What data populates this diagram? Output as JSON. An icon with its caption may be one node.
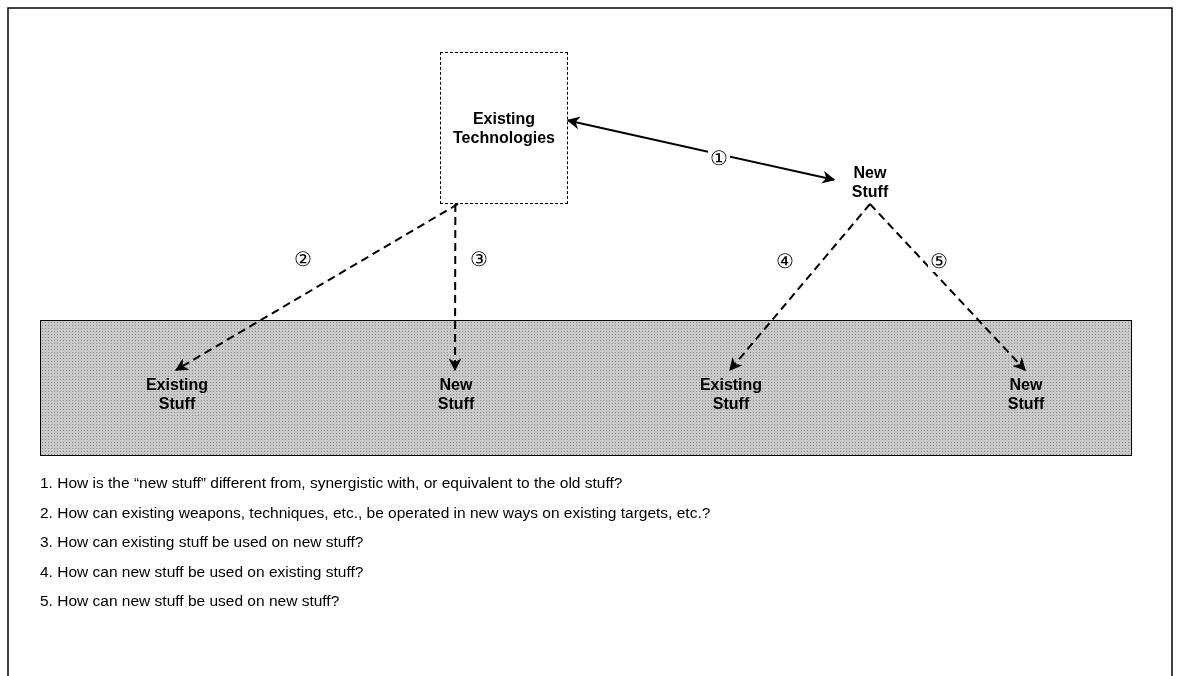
{
  "diagram": {
    "nodes": [
      {
        "text": [
          "Existing Technologies"
        ]
      },
      {
        "text": [
          "New Stuff"
        ]
      },
      {
        "text": [],
        "shape": "box"
      },
      {
        "text": [
          "Existing Stuff"
        ],
        "in": 2
      },
      {
        "text": [
          "New Stuff"
        ],
        "in": 2
      },
      {
        "text": [
          "Existing Stuff"
        ],
        "in": 2
      },
      {
        "text": [
          "New Stuff"
        ],
        "in": 2
      }
    ],
    "edges": [
      {
        "from": 0,
        "to": 1,
        "arrow": "both",
        "label": "①"
      },
      {
        "from": 0,
        "to": 3,
        "arrow": "to",
        "label": "②",
        "style": "dashed"
      },
      {
        "from": 0,
        "to": 4,
        "arrow": "to",
        "label": "③",
        "style": "dashed"
      },
      {
        "from": 1,
        "to": 5,
        "arrow": "to",
        "label": "④",
        "style": "dashed"
      },
      {
        "from": 1,
        "to": 6,
        "arrow": "to",
        "label": "⑤",
        "style": "dashed"
      }
    ],
    "labels": [
      "1. How is the “new stuff” different from, synergistic with, or equivalent to the old stuff?",
      "2. How can existing weapons, techniques, etc., be operated in new ways on existing targets, etc.?",
      "3. How can existing stuff be used on new stuff?",
      "4. How can new stuff be used on existing stuff?",
      "5. How can new stuff be used on new stuff?"
    ]
  }
}
